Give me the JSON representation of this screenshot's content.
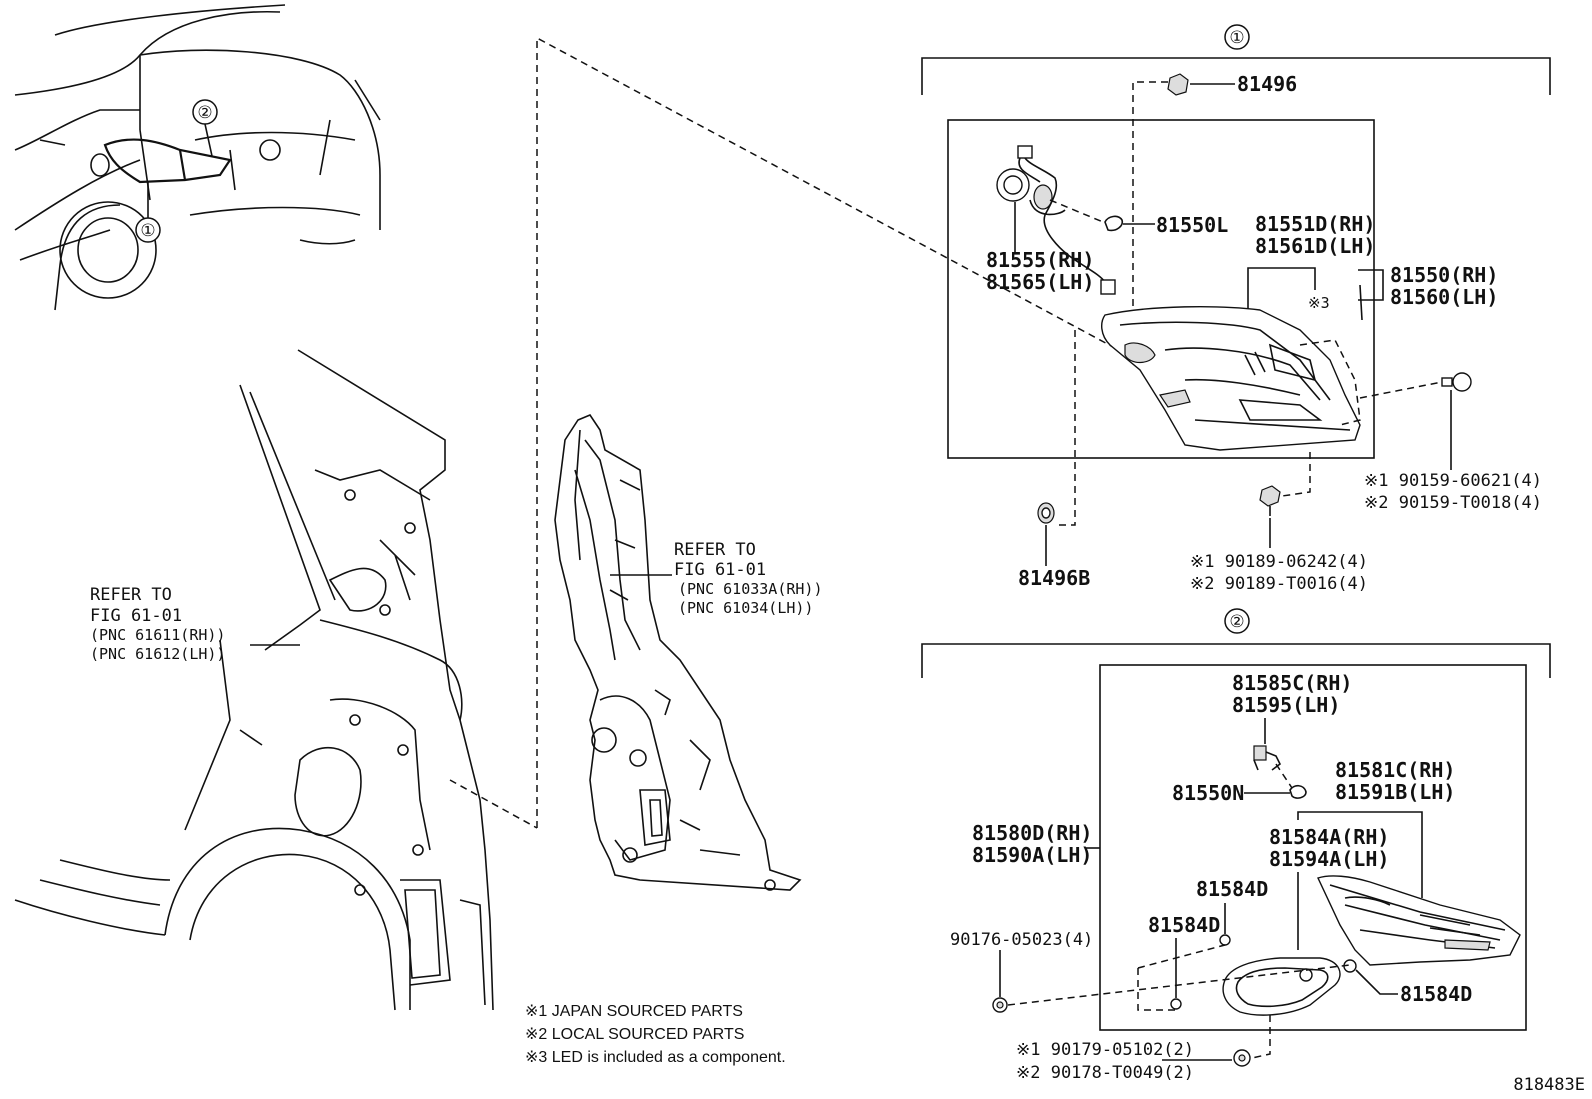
{
  "group1": {
    "marker": "①"
  },
  "group2": {
    "marker": "②"
  },
  "car": {
    "callout1": "①",
    "callout2": "②"
  },
  "refer_left": {
    "line1": "REFER TO",
    "line2": "FIG 61-01",
    "line3": "(PNC 61611(RH))",
    "line4": "(PNC 61612(LH))"
  },
  "refer_mid": {
    "line1": "REFER TO",
    "line2": "FIG 61-01",
    "line3": "(PNC 61033A(RH))",
    "line4": "(PNC 61034(LH))"
  },
  "parts1": {
    "p81496": "81496",
    "p81550L": "81550L",
    "p81555": "81555(RH)",
    "p81565": "81565(LH)",
    "p81551D": "81551D(RH)",
    "p81561D": "81561D(LH)",
    "led3": "※3",
    "p81550": "81550(RH)",
    "p81560": "81560(LH)",
    "screw_j": "※1 90159-60621(4)",
    "screw_l": "※2 90159-T0018(4)",
    "p81496B": "81496B",
    "clip_j": "※1 90189-06242(4)",
    "clip_l": "※2 90189-T0016(4)"
  },
  "parts2": {
    "p81585C": "81585C(RH)",
    "p81595": "81595(LH)",
    "p81550N": "81550N",
    "p81581C": "81581C(RH)",
    "p81591B": "81591B(LH)",
    "p81580D": "81580D(RH)",
    "p81590A": "81590A(LH)",
    "p81584A": "81584A(RH)",
    "p81594A": "81594A(LH)",
    "p81584D_a": "81584D",
    "p81584D_b": "81584D",
    "p81584D_c": "81584D",
    "p90176": "90176-05023(4)",
    "nut_j": "※1 90179-05102(2)",
    "nut_l": "※2 90178-T0049(2)"
  },
  "notes": {
    "n1": "※1 JAPAN SOURCED PARTS",
    "n2": "※2 LOCAL SOURCED PARTS",
    "n3": "※3 LED is included as a component."
  },
  "illustration_id": "818483E"
}
